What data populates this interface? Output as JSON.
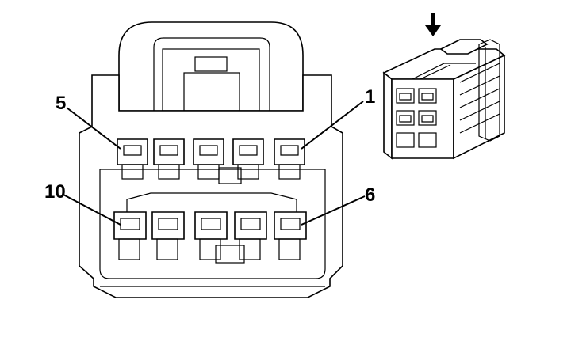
{
  "diagram": {
    "pin_labels": {
      "top_left": "5",
      "top_right": "1",
      "bottom_left": "10",
      "bottom_right": "6"
    },
    "top_row_terminals": 5,
    "bottom_row_terminals": 5,
    "inset_view": {
      "arrow_direction": "down"
    }
  }
}
